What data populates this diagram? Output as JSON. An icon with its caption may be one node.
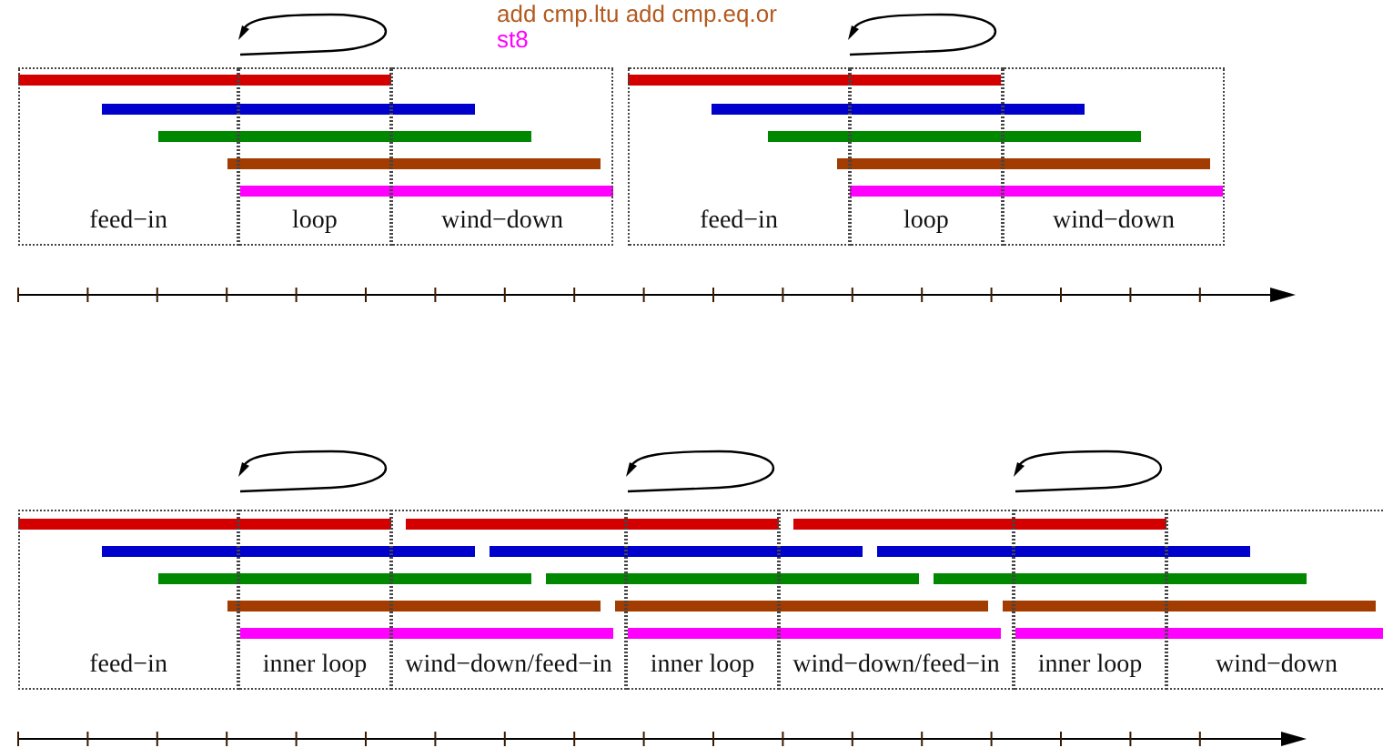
{
  "diagram": {
    "nodes": [
      {
        "text": [
          "feed−in"
        ]
      },
      {
        "text": [
          "loop"
        ]
      },
      {
        "text": [
          "wind−down"
        ]
      },
      {
        "text": [
          "feed−in"
        ]
      },
      {
        "text": [
          "loop"
        ]
      },
      {
        "text": [
          "wind−down"
        ]
      },
      {
        "text": [
          "feed−in"
        ]
      },
      {
        "text": [
          "inner loop"
        ]
      },
      {
        "text": [
          "wind−down/feed−in"
        ]
      },
      {
        "text": [
          "inner loop"
        ]
      },
      {
        "text": [
          "wind−down/feed−in"
        ]
      },
      {
        "text": [
          "inner loop"
        ]
      },
      {
        "text": [
          "wind−down"
        ]
      }
    ],
    "labels": [
      "add cmp.ltu add cmp.eq.or",
      "st8"
    ]
  }
}
